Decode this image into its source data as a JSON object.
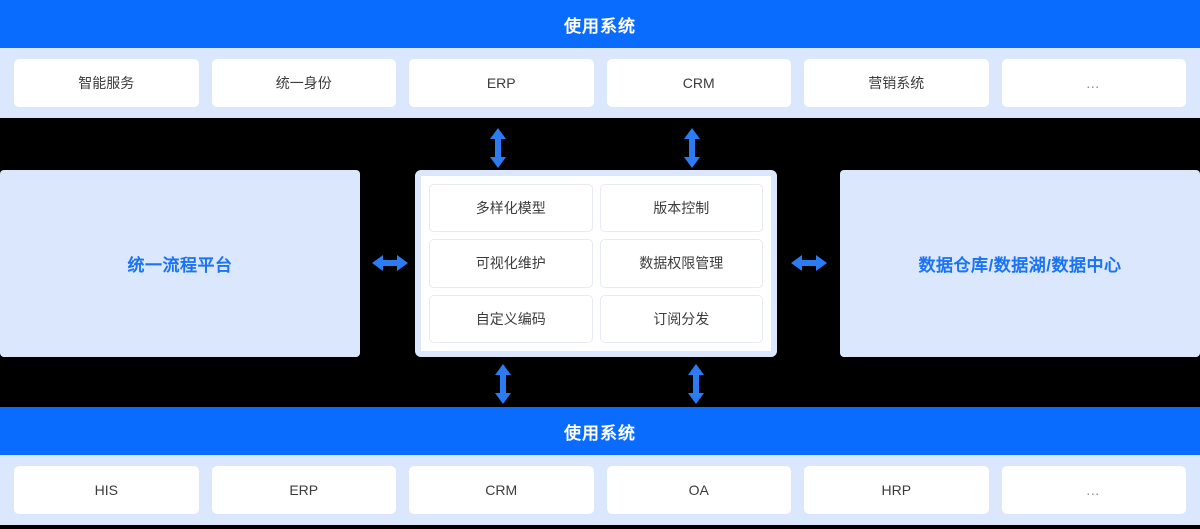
{
  "top_section": {
    "banner_label": "使用系统",
    "systems": [
      {
        "label": "智能服务"
      },
      {
        "label": "统一身份"
      },
      {
        "label": "ERP"
      },
      {
        "label": "CRM"
      },
      {
        "label": "营销系统"
      },
      {
        "label": "…"
      }
    ]
  },
  "middle_section": {
    "left_panel_label": "统一流程平台",
    "right_panel_label": "数据仓库/数据湖/数据中心",
    "capabilities": [
      {
        "label": "多样化模型"
      },
      {
        "label": "版本控制"
      },
      {
        "label": "可视化维护"
      },
      {
        "label": "数据权限管理"
      },
      {
        "label": "自定义编码"
      },
      {
        "label": "订阅分发"
      }
    ]
  },
  "bottom_section": {
    "banner_label": "使用系统",
    "systems": [
      {
        "label": "HIS"
      },
      {
        "label": "ERP"
      },
      {
        "label": "CRM"
      },
      {
        "label": "OA"
      },
      {
        "label": "HRP"
      },
      {
        "label": "…"
      }
    ]
  },
  "arrows": {
    "top_left": "double-arrow-vertical-icon",
    "top_right": "double-arrow-vertical-icon",
    "bottom_left": "double-arrow-vertical-icon",
    "bottom_right": "double-arrow-vertical-icon",
    "left_mid": "double-arrow-horizontal-icon",
    "right_mid": "double-arrow-horizontal-icon"
  },
  "colors": {
    "brand_blue": "#0a6cff",
    "accent_blue": "#1a73f5",
    "panel_light_blue": "#dbe7fd",
    "chip_white": "#ffffff",
    "text_dark": "#3c3c3c",
    "background": "#000000"
  }
}
